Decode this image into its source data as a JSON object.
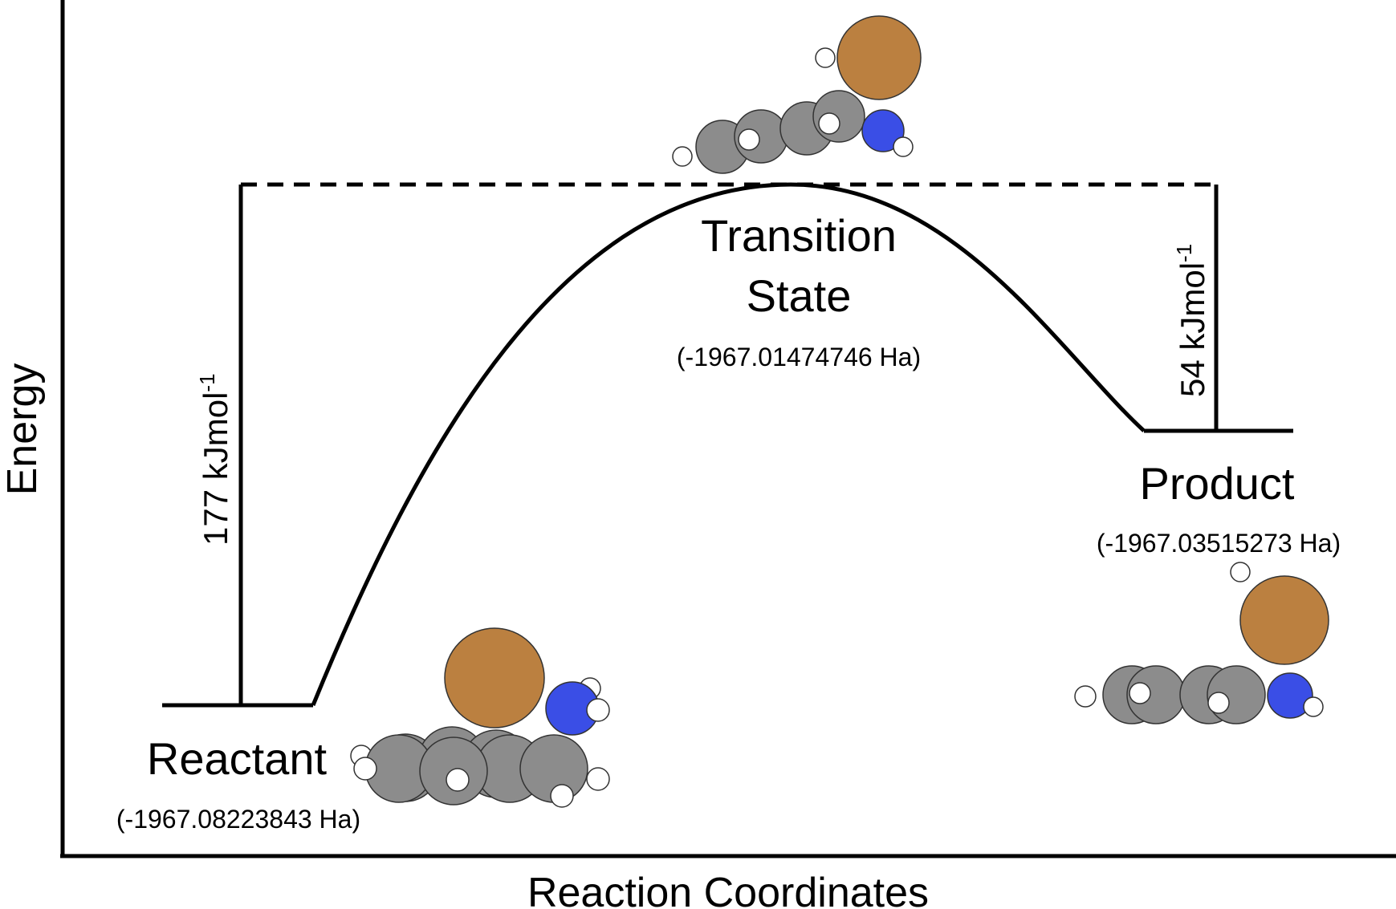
{
  "axes": {
    "y_title": "Energy",
    "x_title": "Reaction Coordinates"
  },
  "states": {
    "reactant": {
      "label": "Reactant",
      "energy": "(-1967.08223843 Ha)"
    },
    "transition": {
      "label_line1": "Transition",
      "label_line2": "State",
      "energy": "(-1967.01474746 Ha)"
    },
    "product": {
      "label": "Product",
      "energy": "(-1967.03515273 Ha)"
    }
  },
  "barriers": {
    "forward": {
      "value": "177 kJmol",
      "superscript": "-1"
    },
    "reverse": {
      "value": "54 kJmol",
      "superscript": "-1"
    }
  },
  "colors": {
    "carbon": "#8c8c8c",
    "hydrogen": "#ffffff",
    "nitrogen": "#3a4ee6",
    "metal": "#bb8040"
  }
}
